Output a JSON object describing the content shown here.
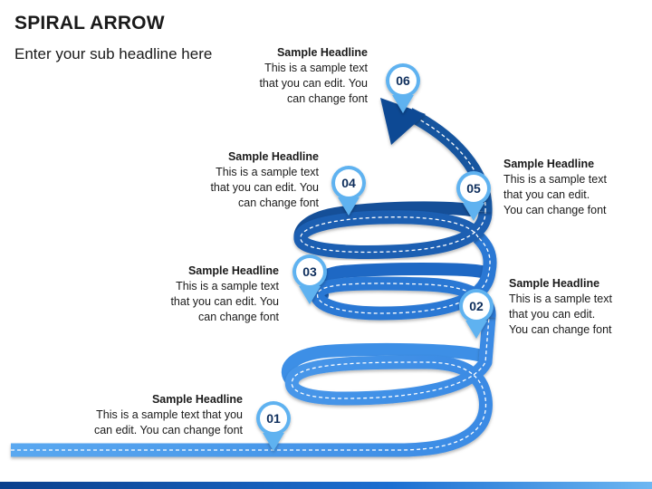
{
  "slide": {
    "title": "SPIRAL ARROW",
    "subtitle": "Enter your sub headline here"
  },
  "steps": [
    {
      "number": "01",
      "headline": "Sample Headline",
      "text": "This is a sample text that you\ncan edit. You can change font"
    },
    {
      "number": "02",
      "headline": "Sample Headline",
      "text": "This is a sample text\nthat you can edit.\nYou can change font"
    },
    {
      "number": "03",
      "headline": "Sample Headline",
      "text": "This is a sample text\nthat you can edit. You\ncan change font"
    },
    {
      "number": "04",
      "headline": "Sample Headline",
      "text": "This is a sample text\nthat you can edit. You\ncan change font"
    },
    {
      "number": "05",
      "headline": "Sample Headline",
      "text": "This is a sample text\nthat you can edit.\nYou can change font"
    },
    {
      "number": "06",
      "headline": "Sample Headline",
      "text": "This is a sample text\nthat you can edit. You\ncan change font"
    }
  ],
  "colors": {
    "light_blue": "#4a9cec",
    "mid_blue": "#2a7ad6",
    "dark_blue": "#14549f",
    "navy": "#0e3f80",
    "pin_ring": "#5fb2f0",
    "pin_text": "#0e2e5c"
  }
}
